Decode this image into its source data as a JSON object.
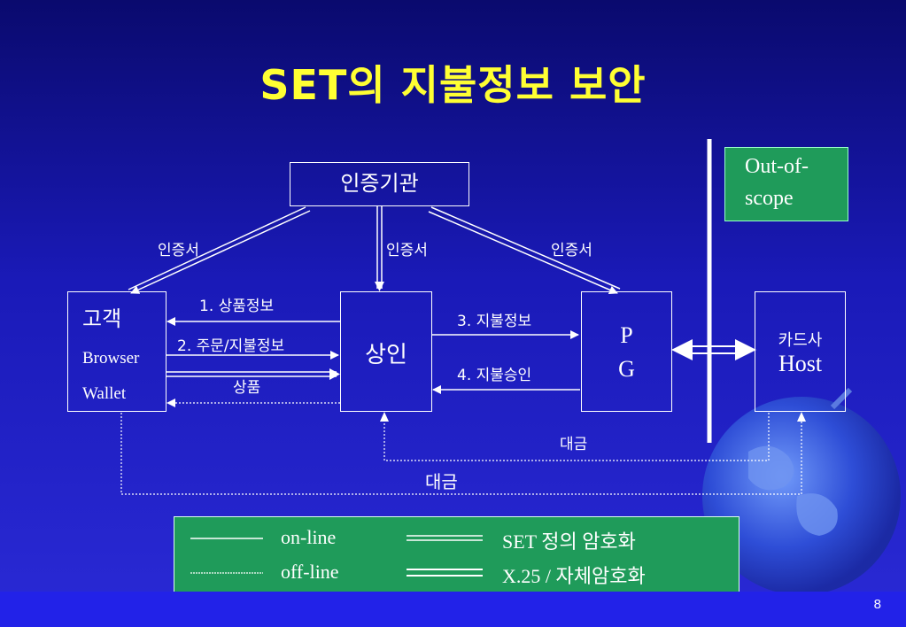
{
  "slide": {
    "title": "SET의 지불정보 보안",
    "page_number": "8"
  },
  "nodes": {
    "ca": "인증기관",
    "customer_title": "고객",
    "customer_line1": "Browser",
    "customer_line2": "Wallet",
    "merchant": "상인",
    "pg_line1": "P",
    "pg_line2": "G",
    "card_line1": "카드사",
    "card_line2": "Host",
    "out_of_scope_line1": "Out-of-",
    "out_of_scope_line2": "scope"
  },
  "edges": {
    "cert_left": "인증서",
    "cert_mid": "인증서",
    "cert_right": "인증서",
    "step1": "1. 상품정보",
    "step2": "2. 주문/지불정보",
    "goods": "상품",
    "step3": "3. 지불정보",
    "step4": "4. 지불승인",
    "payment_inner": "대금",
    "payment_outer": "대금"
  },
  "legend": {
    "online": "on-line",
    "offline": "off-line",
    "set_crypto": "SET 정의 암호화",
    "x25_crypto": "X.25 / 자체암호화"
  },
  "colors": {
    "title": "#ffff33",
    "legend_bg": "#1f9b5a",
    "line": "#ffffff"
  }
}
